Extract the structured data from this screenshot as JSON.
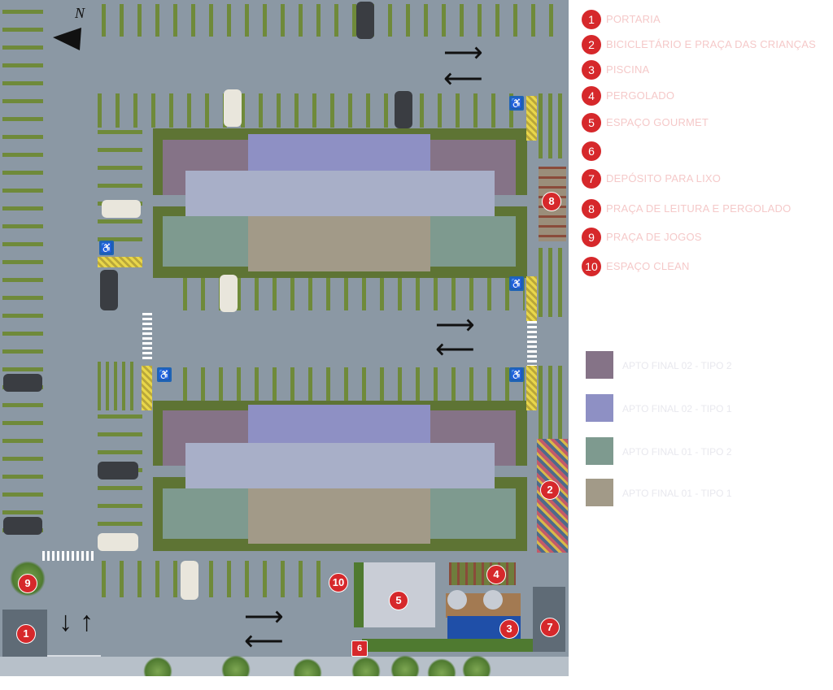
{
  "compass": {
    "label": "N"
  },
  "markers": [
    "1",
    "2",
    "3",
    "4",
    "5",
    "6",
    "7",
    "8",
    "9",
    "10"
  ],
  "legend": {
    "items": [
      {
        "num": "1",
        "label": "PORTARIA"
      },
      {
        "num": "2",
        "label": "BICICLETÁRIO E PRAÇA DAS CRIANÇAS"
      },
      {
        "num": "3",
        "label": "PISCINA"
      },
      {
        "num": "4",
        "label": "PERGOLADO"
      },
      {
        "num": "5",
        "label": "ESPAÇO GOURMET"
      },
      {
        "num": "6",
        "label": ""
      },
      {
        "num": "7",
        "label": "DEPÓSITO PARA LIXO"
      },
      {
        "num": "8",
        "label": "PRAÇA DE LEITURA E PERGOLADO"
      },
      {
        "num": "9",
        "label": "PRAÇA DE JOGOS"
      },
      {
        "num": "10",
        "label": "ESPAÇO CLEAN"
      }
    ],
    "types": [
      {
        "label": "APTO FINAL 02 - TIPO 2",
        "color": "#857387"
      },
      {
        "label": "APTO FINAL 02 - TIPO 1",
        "color": "#8e90c4"
      },
      {
        "label": "APTO FINAL 01 - TIPO 2",
        "color": "#7e9a8f"
      },
      {
        "label": "APTO FINAL 01 - TIPO 1",
        "color": "#a29a88"
      }
    ]
  },
  "colors": {
    "marker": "#d6282b",
    "accessible": "#1f64b5",
    "hatch": "#e8d64a"
  }
}
